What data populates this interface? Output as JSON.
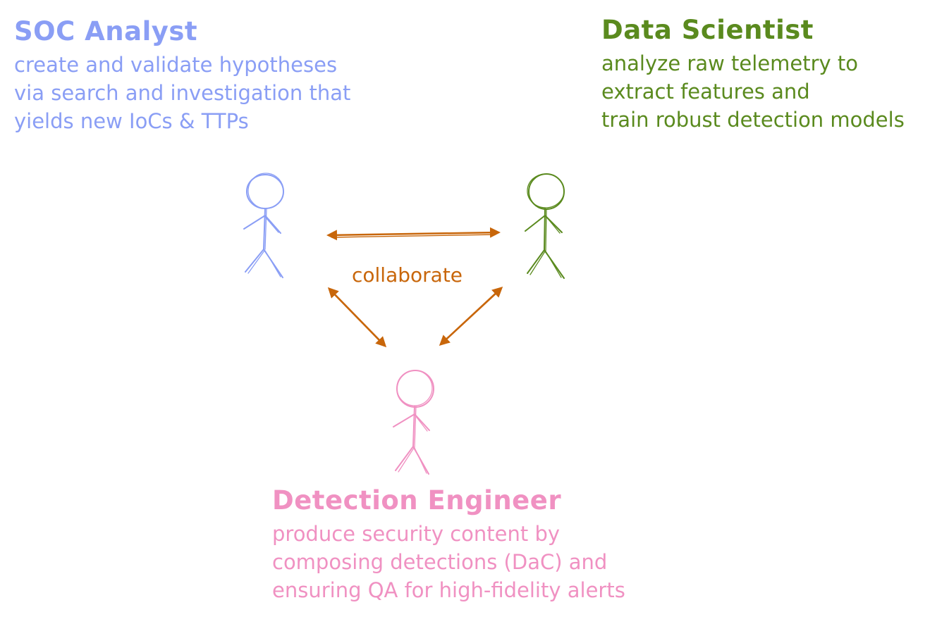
{
  "colors": {
    "soc": "#8a9ef5",
    "ds": "#5a8a1e",
    "de": "#f091c2",
    "collab": "#c8660a"
  },
  "roles": {
    "soc": {
      "title": "SOC Analyst",
      "lines": [
        "create and validate hypotheses",
        "via search and investigation that",
        "yields new IoCs & TTPs"
      ],
      "icon": "stick-figure-icon"
    },
    "ds": {
      "title": "Data Scientist",
      "lines": [
        "analyze raw telemetry to",
        "extract features and",
        "train robust detection models"
      ],
      "icon": "stick-figure-icon"
    },
    "de": {
      "title": "Detection Engineer",
      "lines": [
        "produce security content by",
        "composing detections (DaC) and",
        "ensuring QA for high-fidelity alerts"
      ],
      "icon": "stick-figure-icon"
    }
  },
  "collaboration": {
    "label": "collaborate",
    "icon": "double-arrow-icon"
  }
}
